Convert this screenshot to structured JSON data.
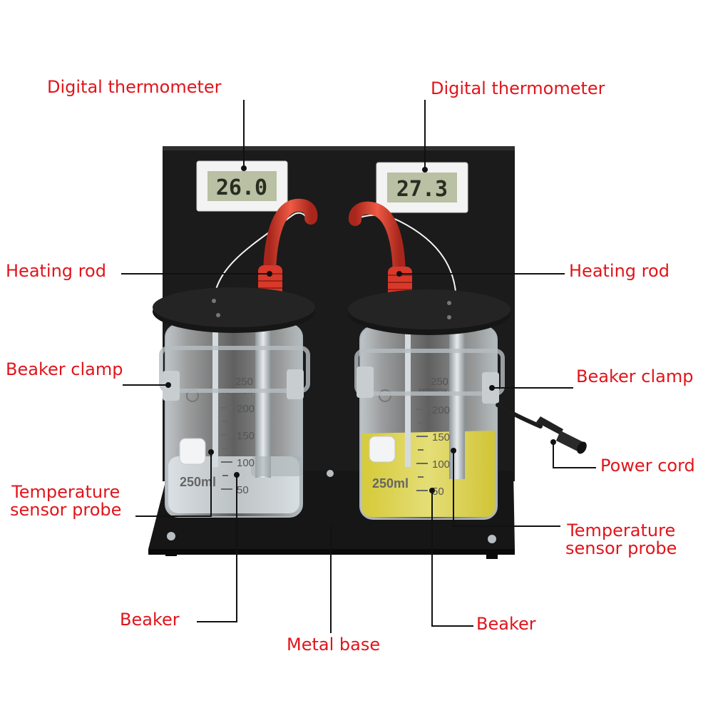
{
  "labels": {
    "thermometer_left": "Digital thermometer",
    "thermometer_right": "Digital thermometer",
    "heating_rod_left": "Heating rod",
    "heating_rod_right": "Heating rod",
    "beaker_clamp_left": "Beaker clamp",
    "beaker_clamp_right": "Beaker clamp",
    "power_cord": "Power cord",
    "temp_probe_left": "Temperature\nsensor probe",
    "temp_probe_right": "Temperature\nsensor probe",
    "beaker_left": "Beaker",
    "beaker_right": "Beaker",
    "metal_base": "Metal base"
  },
  "displays": {
    "left_reading": "26.0",
    "right_reading": "27.3"
  },
  "beaker_marks": {
    "top_volume": "250",
    "approx": "APPROX",
    "graduations": [
      "200",
      "150",
      "100",
      "50"
    ],
    "left_capacity": "250ml",
    "right_capacity": "250ml"
  },
  "colors": {
    "label": "#e0151b",
    "board": "#1b1b1b",
    "rod": "#d8392a",
    "oil": "#e9e04a",
    "lcd": "#b9c0a3"
  }
}
